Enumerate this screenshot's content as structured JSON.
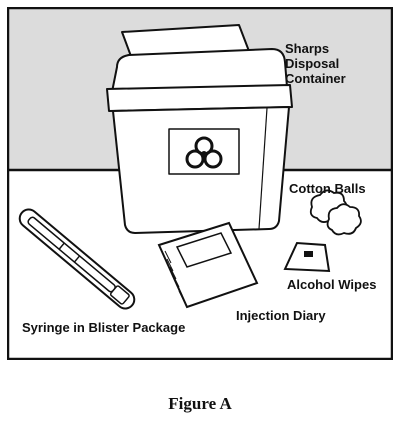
{
  "labels": {
    "sharps_line1": "Sharps",
    "sharps_line2": "Disposal",
    "sharps_line3": "Container",
    "cotton_balls": "Cotton Balls",
    "alcohol_wipes": "Alcohol Wipes",
    "injection_diary": "Injection Diary",
    "syringe": "Syringe in Blister Package"
  },
  "caption": "Figure A",
  "colors": {
    "background_top": "#dcdcdc",
    "background_bottom": "#ffffff",
    "stroke": "#111111"
  }
}
